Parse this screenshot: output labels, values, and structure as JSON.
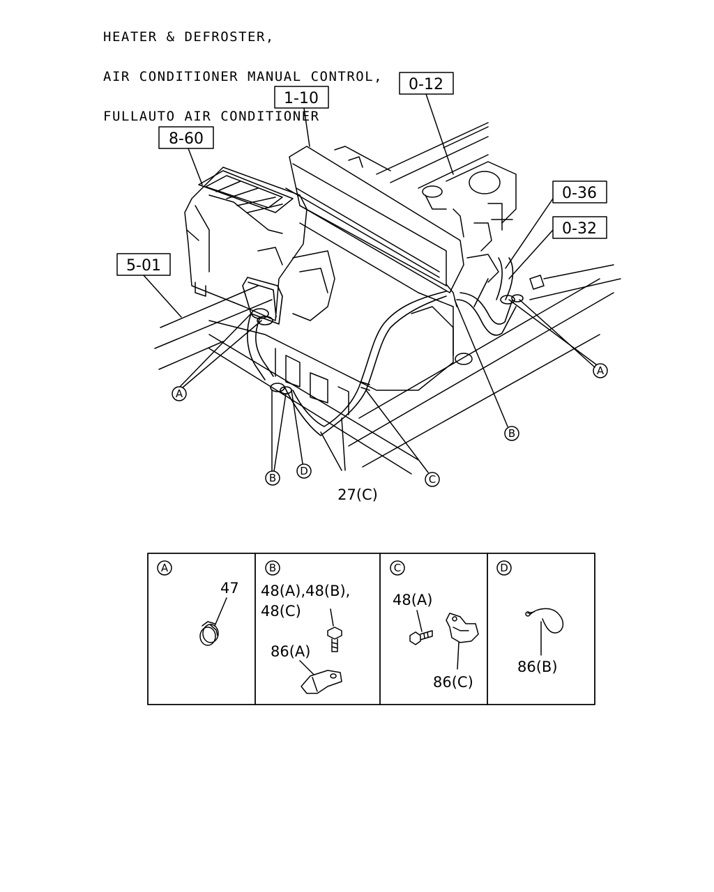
{
  "title": {
    "line1": "HEATER & DEFROSTER,",
    "line2": "AIR CONDITIONER MANUAL CONTROL,",
    "line3": "FULLAUTO AIR CONDITIONER"
  },
  "refs": {
    "r1": "1-10",
    "r2": "0-12",
    "r3": "8-60",
    "r4": "0-36",
    "r5": "0-32",
    "r6": "5-01"
  },
  "callouts": {
    "a_left": "A",
    "a_right": "A",
    "b_left": "B",
    "b_right": "B",
    "c": "C",
    "d": "D",
    "part27": "27(C)"
  },
  "legend": {
    "cell_a": {
      "head": "A",
      "part": "47"
    },
    "cell_b": {
      "head": "B",
      "parts_line1": "48(A),48(B),",
      "parts_line2": "48(C)",
      "part2": "86(A)"
    },
    "cell_c": {
      "head": "C",
      "part1": "48(A)",
      "part2": "86(C)"
    },
    "cell_d": {
      "head": "D",
      "part": "86(B)"
    }
  }
}
